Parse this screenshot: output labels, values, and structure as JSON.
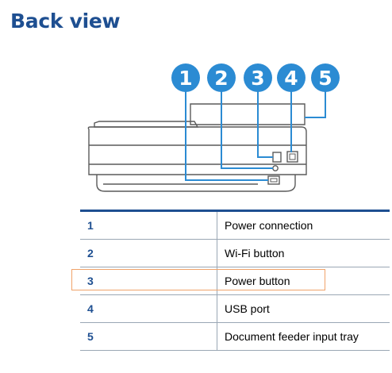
{
  "page": {
    "title": "Back view"
  },
  "callouts": [
    "1",
    "2",
    "3",
    "4",
    "5"
  ],
  "colors": {
    "accent": "#1e4f91",
    "callout": "#2b8bd3",
    "highlight": "#f0a36a"
  },
  "table": {
    "rows": [
      {
        "num": "1",
        "label": "Power connection"
      },
      {
        "num": "2",
        "label": "Wi-Fi button"
      },
      {
        "num": "3",
        "label": "Power button"
      },
      {
        "num": "4",
        "label": "USB port"
      },
      {
        "num": "5",
        "label": "Document feeder input tray"
      }
    ],
    "highlighted_row": "3"
  }
}
